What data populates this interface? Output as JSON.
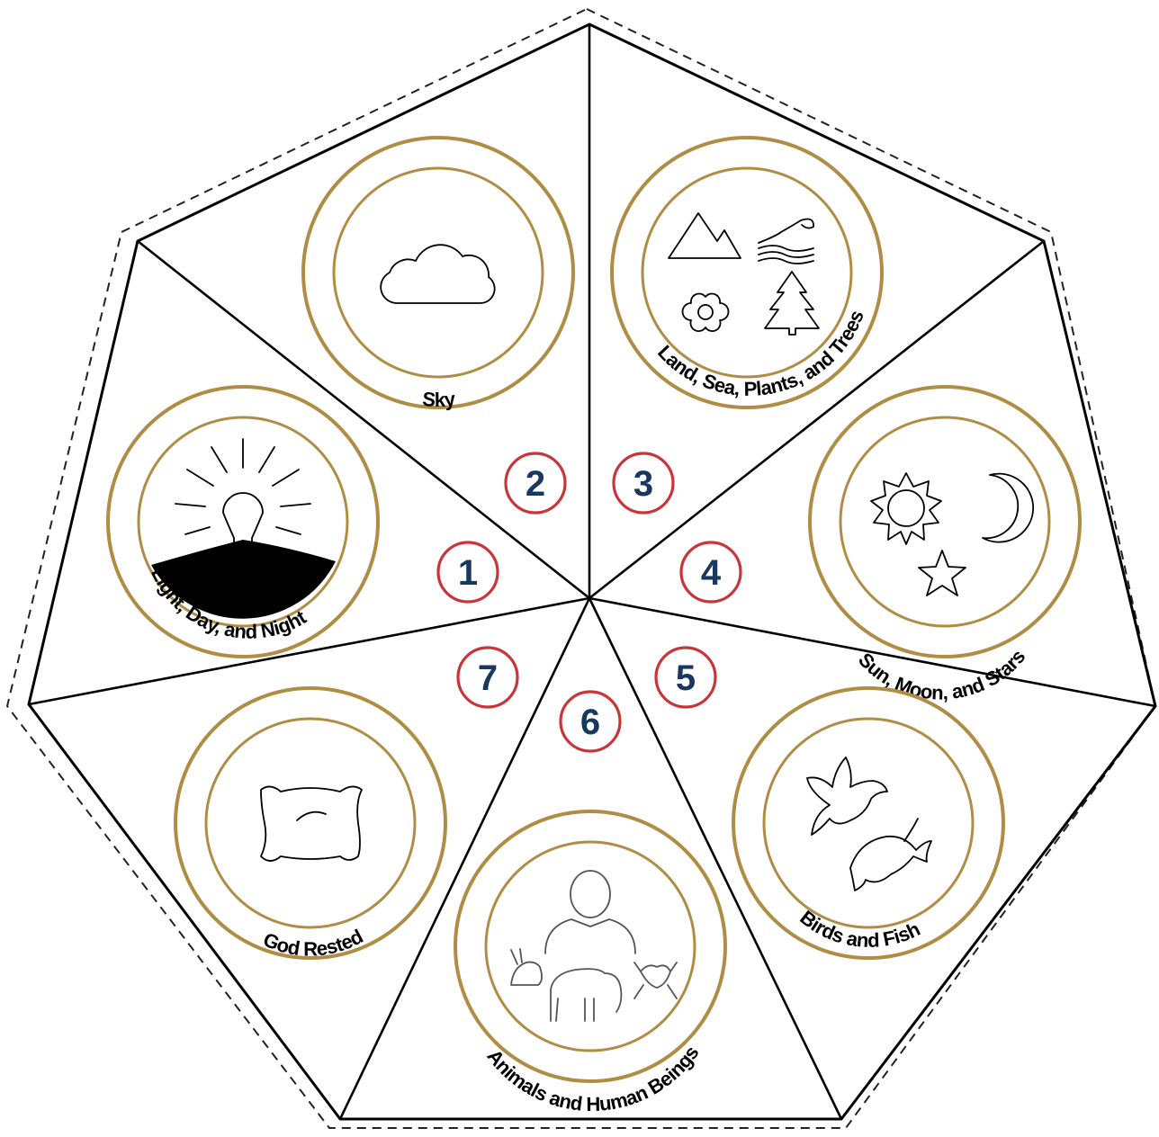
{
  "segments": [
    {
      "number": "1",
      "label": "Light, Day, and Night",
      "icon": "light-bulb-icon"
    },
    {
      "number": "2",
      "label": "Sky",
      "icon": "cloud-icon"
    },
    {
      "number": "3",
      "label": "Land, Sea, Plants, and Trees",
      "icon": "land-sea-plants-trees-icon"
    },
    {
      "number": "4",
      "label": "Sun, Moon, and Stars",
      "icon": "sun-moon-stars-icon"
    },
    {
      "number": "5",
      "label": "Birds and Fish",
      "icon": "bird-fish-icon"
    },
    {
      "number": "6",
      "label": "Animals and Human Beings",
      "icon": "animals-human-icon"
    },
    {
      "number": "7",
      "label": "God Rested",
      "icon": "pillow-icon"
    }
  ],
  "colors": {
    "ring": "#b08d45",
    "number_ring": "#c8363a",
    "number_text": "#18385f"
  }
}
